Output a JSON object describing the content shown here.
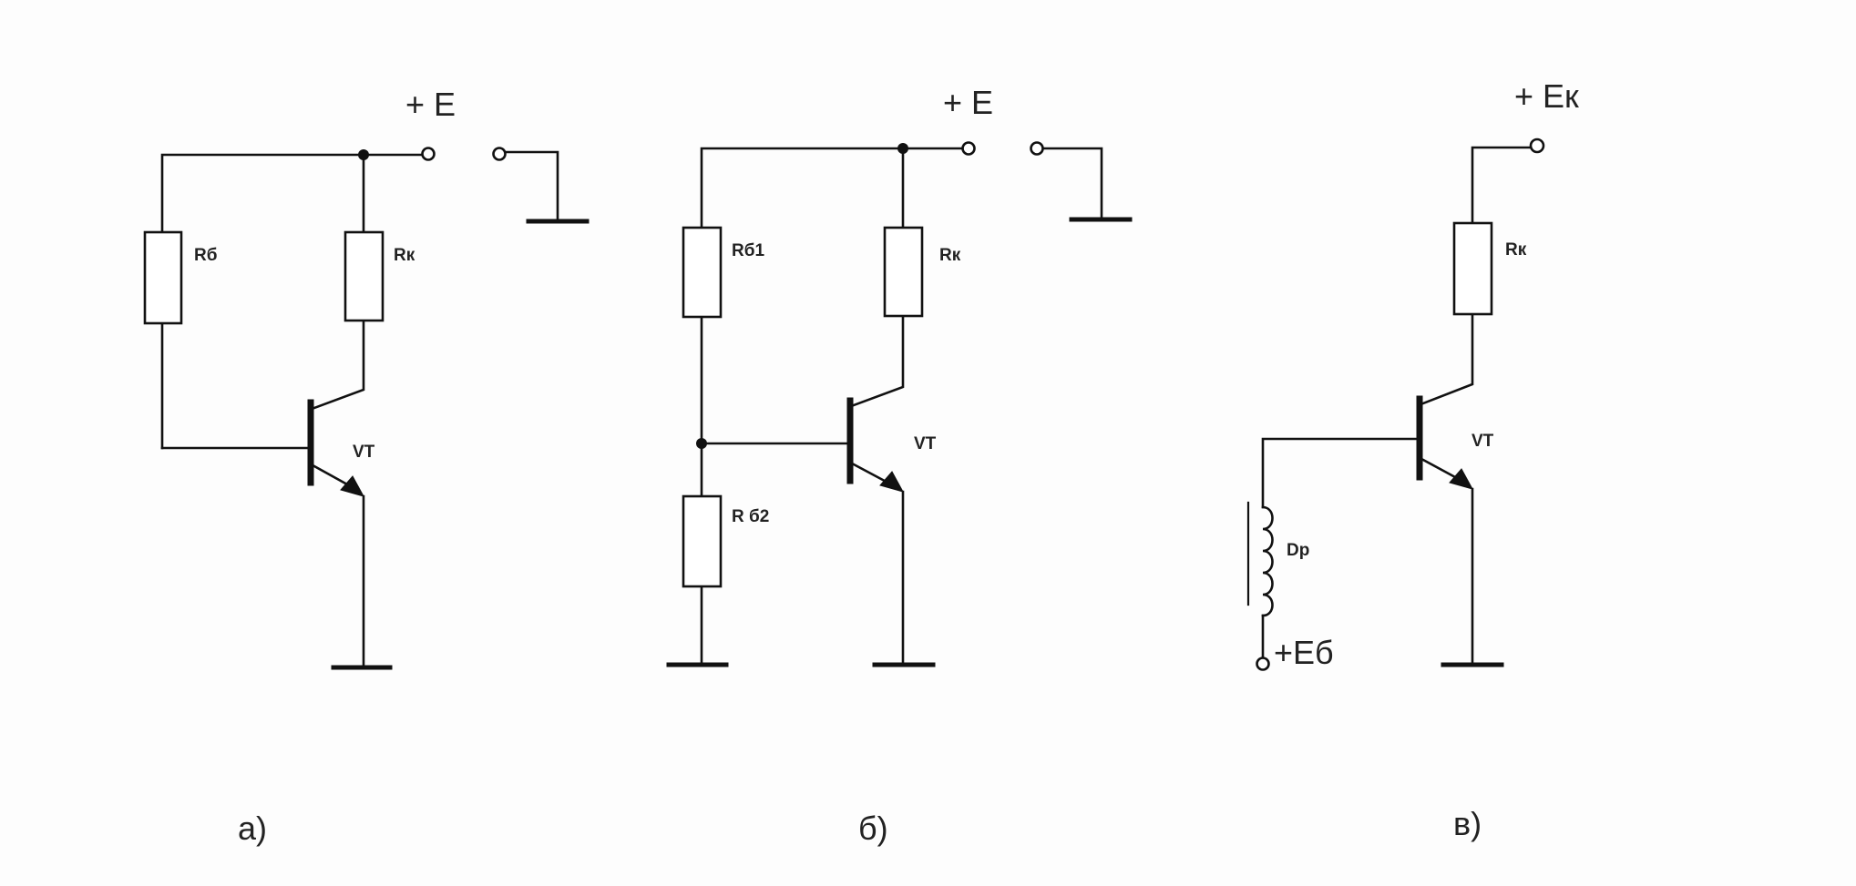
{
  "circuit_a": {
    "supply_label": "+ E",
    "base_resistor_label": "Rб",
    "collector_resistor_label": "Rк",
    "transistor_label": "VT",
    "caption": "а)"
  },
  "circuit_b": {
    "supply_label": "+ E",
    "upper_base_resistor_label": "Rб1",
    "lower_base_resistor_label": "R б2",
    "collector_resistor_label": "Rк",
    "transistor_label": "VT",
    "caption": "б)"
  },
  "circuit_c": {
    "collector_supply_label": "+ Eк",
    "collector_resistor_label": "Rк",
    "transistor_label": "VT",
    "choke_label": "Dp",
    "base_supply_label": "+Eб",
    "caption": "в)"
  }
}
